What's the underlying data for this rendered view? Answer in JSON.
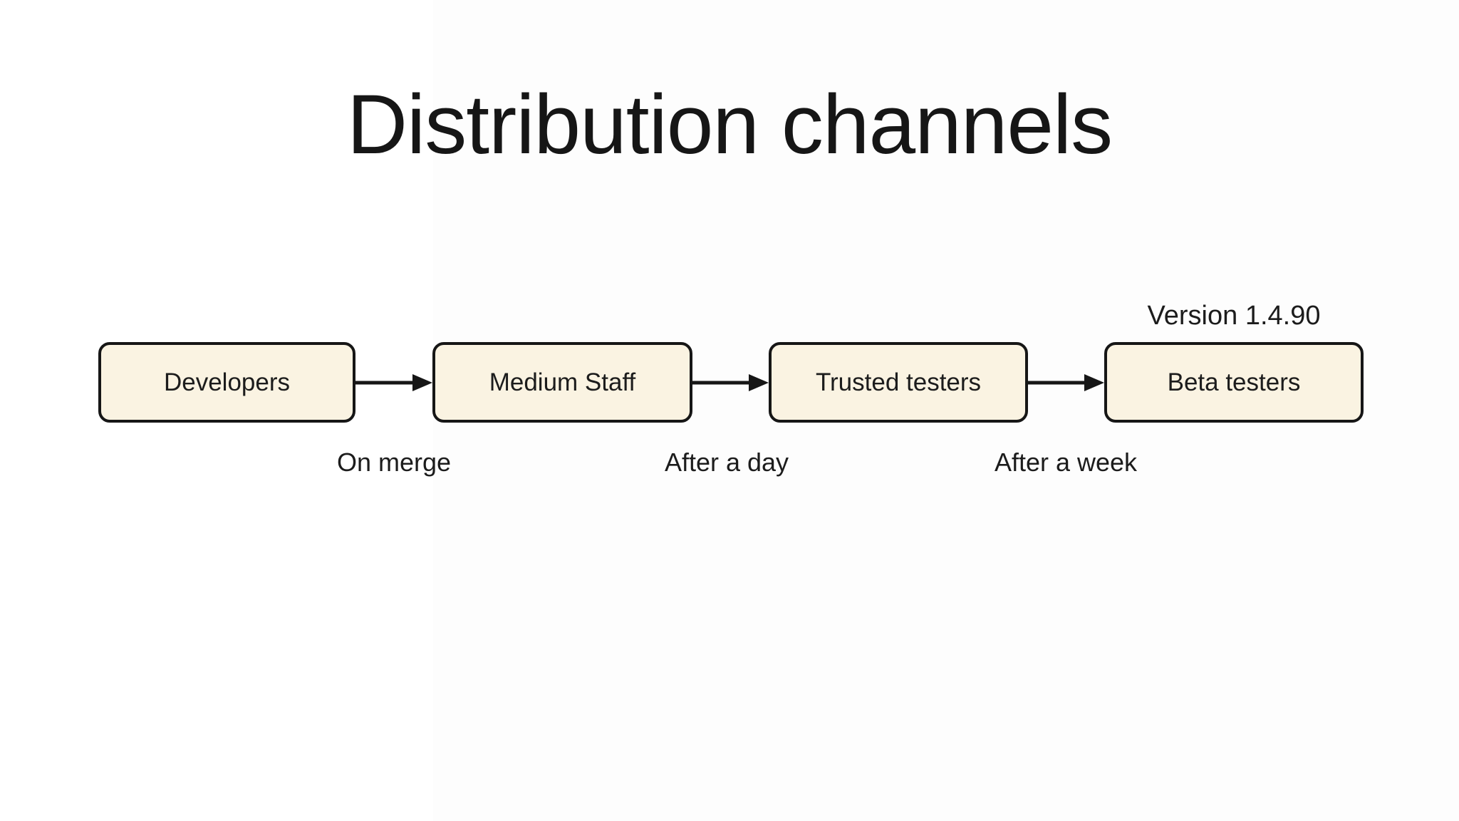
{
  "diagram": {
    "title": "Distribution channels",
    "version_label": "Version 1.4.90",
    "nodes": [
      {
        "label": "Developers"
      },
      {
        "label": "Medium Staff"
      },
      {
        "label": "Trusted testers"
      },
      {
        "label": "Beta testers"
      }
    ],
    "edges": [
      {
        "label": "On merge"
      },
      {
        "label": "After a day"
      },
      {
        "label": "After a week"
      }
    ],
    "colors": {
      "background": "#ffffff",
      "node_fill": "#faf3e2",
      "node_border": "#161616",
      "text": "#1a1a1a"
    }
  }
}
